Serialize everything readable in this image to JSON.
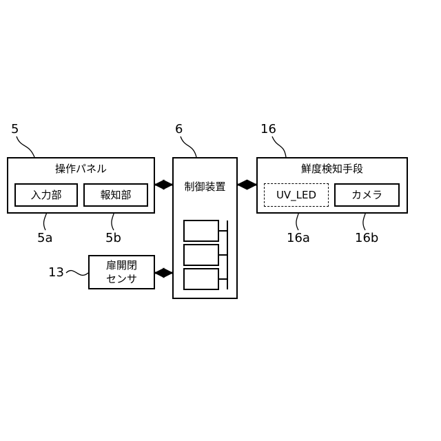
{
  "diagram": {
    "operation_panel": {
      "ref": "5",
      "label": "操作パネル",
      "input_unit": {
        "label": "入力部",
        "ref": "5a"
      },
      "notify_unit": {
        "label": "報知部",
        "ref": "5b"
      }
    },
    "controller": {
      "ref": "6",
      "label": "制御装置"
    },
    "freshness_detector": {
      "ref": "16",
      "label": "鮮度検知手段",
      "uv_led": {
        "label": "UV_LED",
        "ref": "16a"
      },
      "camera": {
        "label": "カメラ",
        "ref": "16b"
      }
    },
    "door_sensor": {
      "ref": "13",
      "label_line1": "扉開閉",
      "label_line2": "センサ"
    }
  }
}
